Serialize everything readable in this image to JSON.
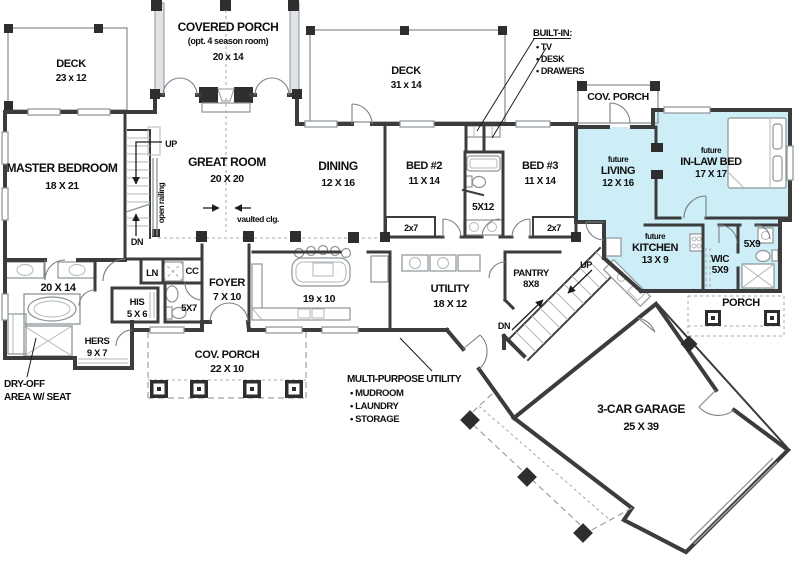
{
  "colors": {
    "wall": "#3c3c3c",
    "future_suite_fill": "#cdeef6",
    "deck_line": "#8d9499",
    "text": "#0f0f0f",
    "background": "#ffffff"
  },
  "areas": {
    "deck_left": {
      "name": "DECK",
      "dims": "23 x 12"
    },
    "covered_porch_top": {
      "name": "COVERED PORCH",
      "option": "(opt. 4 season room)",
      "dims": "20 x 14"
    },
    "deck_right": {
      "name": "DECK",
      "dims": "31 x 14"
    },
    "built_in": {
      "title": "BUILT-IN:",
      "item1": "• TV",
      "item2": "• DESK",
      "item3": "• DRAWERS"
    },
    "cov_porch_inlaw": {
      "name": "COV. PORCH"
    },
    "master_bedroom": {
      "name": "MASTER BEDROOM",
      "dims": "18 X 21"
    },
    "great_room": {
      "name": "GREAT ROOM",
      "dims": "20 X 20",
      "note": "vaulted clg."
    },
    "dining": {
      "name": "DINING",
      "dims": "12 X 16"
    },
    "bed2": {
      "name": "BED #2",
      "dims": "11 X 14"
    },
    "bed3": {
      "name": "BED #3",
      "dims": "11 X 14"
    },
    "bath_between_beds": {
      "dims": "5X12"
    },
    "closet_bed2": {
      "dims": "2x7"
    },
    "closet_bed3": {
      "dims": "2x7"
    },
    "future_living": {
      "prefix": "future",
      "name": "LIVING",
      "dims": "12 X 16"
    },
    "future_inlaw_bed": {
      "prefix": "future",
      "name": "IN-LAW BED",
      "dims": "17 X 17"
    },
    "future_kitchen": {
      "prefix": "future",
      "name": "KITCHEN",
      "dims": "13 X 9"
    },
    "wic": {
      "name": "WIC",
      "dims": "5X9"
    },
    "future_bath": {
      "dims": "5X9"
    },
    "porch_right": {
      "name": "PORCH"
    },
    "master_bath": {
      "dims": "20 X 14"
    },
    "dry_off": {
      "line1": "DRY-OFF",
      "line2": "AREA W/ SEAT"
    },
    "hers_closet": {
      "name": "HERS",
      "dims": "9 X 7"
    },
    "his_closet": {
      "name": "HIS",
      "dims": "5 X 6"
    },
    "linen": {
      "name": "LN"
    },
    "coat_closet": {
      "name": "CC"
    },
    "powder": {
      "dims": "5X7"
    },
    "foyer": {
      "name": "FOYER",
      "dims": "7 X 10"
    },
    "kitchen": {
      "dims": "19 x 10"
    },
    "utility": {
      "name": "UTILITY",
      "dims": "18 X 12"
    },
    "pantry": {
      "name": "PANTRY",
      "dims": "8X8"
    },
    "cov_porch_front": {
      "name": "COV. PORCH",
      "dims": "22 X 10"
    },
    "multi_purpose": {
      "title": "MULTI-PURPOSE UTILITY",
      "item1": "• MUDROOM",
      "item2": "• LAUNDRY",
      "item3": "• STORAGE"
    },
    "garage": {
      "name": "3-CAR GARAGE",
      "dims": "25 X 39"
    }
  },
  "stairs": {
    "main": {
      "up": "UP",
      "down": "DN",
      "railing": "open railing"
    },
    "garage": {
      "up": "UP",
      "down": "DN"
    }
  }
}
